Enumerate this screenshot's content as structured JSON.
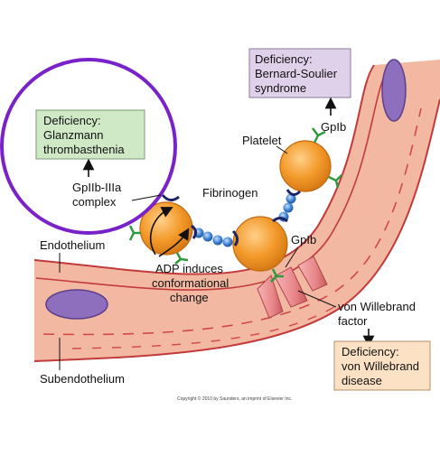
{
  "labels": {
    "deficiency_bernard": [
      "Deficiency:",
      "Bernard-Soulier",
      "syndrome"
    ],
    "deficiency_glanzmann": [
      "Deficiency:",
      "Glanzmann",
      "thrombasthenia"
    ],
    "deficiency_vwd": [
      "Deficiency:",
      "von Willebrand",
      "disease"
    ],
    "gpib_top": "GpIb",
    "gpib_lower": "GpIb",
    "platelet": "Platelet",
    "fibrinogen": "Fibrinogen",
    "gp2b3a": [
      "GpIIb-IIIa",
      "complex"
    ],
    "endothelium": "Endothelium",
    "subendothelium": "Subendothelium",
    "adp": [
      "ADP induces",
      "conformational",
      "change"
    ],
    "vwf": [
      "von Willebrand",
      "factor"
    ]
  },
  "copyright": "Copyright © 2010 by Saunders, an imprint of Elsevier Inc.",
  "colors": {
    "vessel_wall": "#f2b8a2",
    "vessel_edge": "#c23a3a",
    "nucleus": "#8e6fbd",
    "platelet": "#f39a2a",
    "platelet_edge": "#c26a10",
    "fibrinogen": "#3b7fd0",
    "receptor_green": "#2e9a3d",
    "receptor_navy": "#1f2466",
    "vwf_pink": "#e8878a",
    "circle_purple": "#7a22c9",
    "box_green": "#cfe9c6",
    "box_purple": "#e0d1ea",
    "box_orange": "#fde1c4"
  }
}
